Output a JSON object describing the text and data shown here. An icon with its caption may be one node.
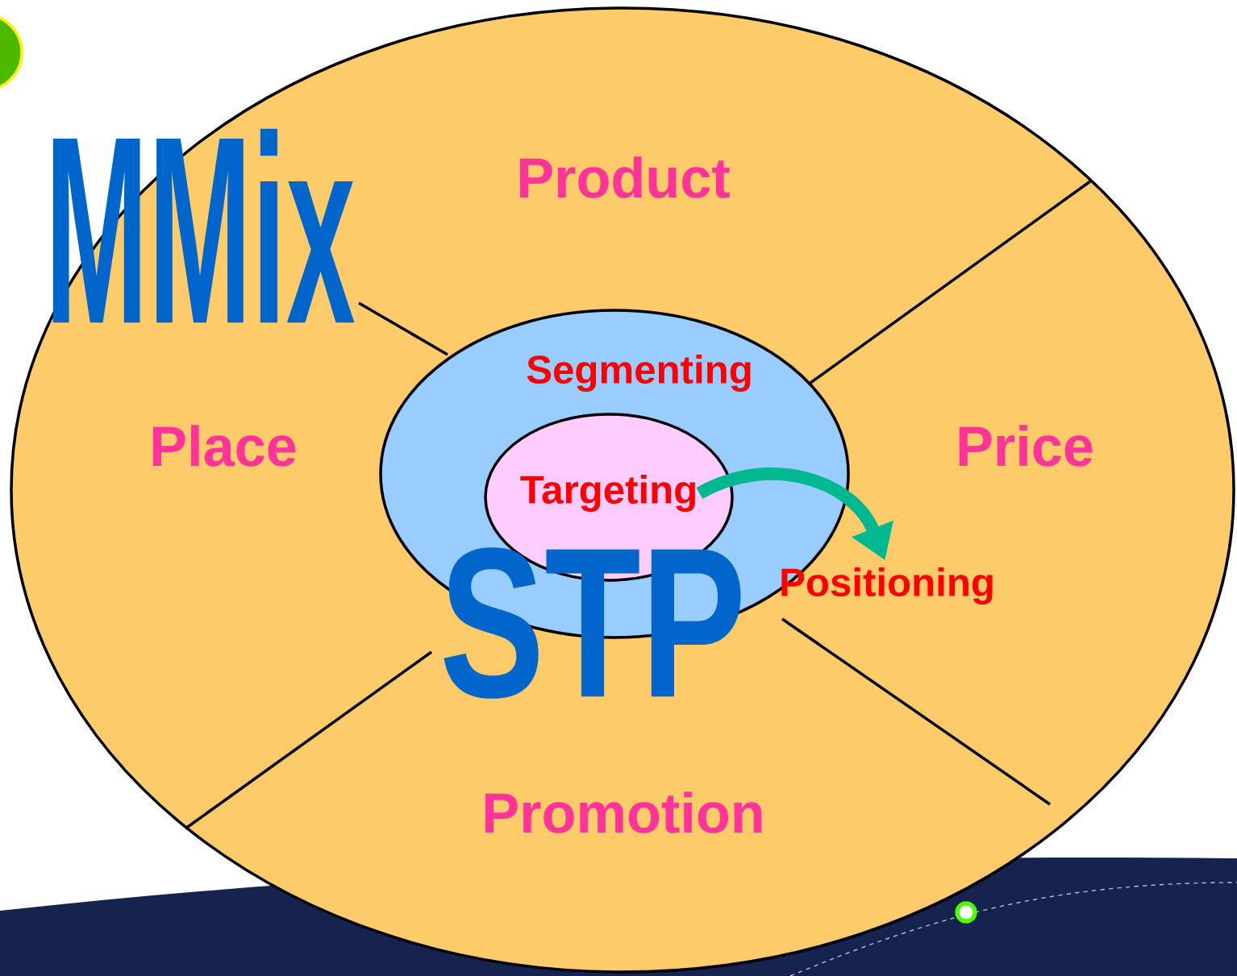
{
  "diagram": {
    "nodes": [
      {
        "text": [
          "Product"
        ]
      },
      {
        "text": [
          "Place"
        ]
      },
      {
        "text": [
          "Price"
        ]
      },
      {
        "text": [
          "Promotion"
        ]
      },
      {
        "text": [
          "Segmenting"
        ]
      },
      {
        "text": [
          "Targeting"
        ],
        "in": 4
      },
      {
        "text": [
          "Positioning"
        ]
      }
    ],
    "edges": [
      {
        "from": 5,
        "to": 6,
        "arrow": "to",
        "color": "#00b890"
      }
    ],
    "labels": [
      "MMix",
      "STP"
    ]
  }
}
